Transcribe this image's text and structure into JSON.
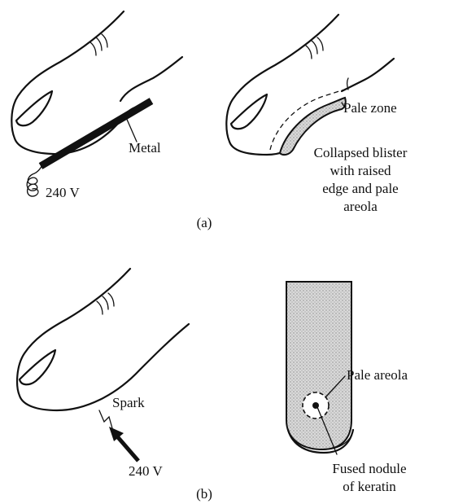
{
  "panel_a": {
    "label": "(a)",
    "left": {
      "metal_label": "Metal",
      "voltage_label": "240 V"
    },
    "right": {
      "pale_zone_label": "Pale zone",
      "blister_caption": [
        "Collapsed blister",
        "with raised",
        "edge and pale",
        "areola"
      ]
    }
  },
  "panel_b": {
    "label": "(b)",
    "left": {
      "spark_label": "Spark",
      "voltage_label": "240 V"
    },
    "right": {
      "pale_areola_label": "Pale areola",
      "nodule_caption": [
        "Fused nodule",
        "of keratin"
      ]
    }
  },
  "colors": {
    "ink": "#111111",
    "stipple": "#cfcfcf",
    "background": "#ffffff"
  }
}
